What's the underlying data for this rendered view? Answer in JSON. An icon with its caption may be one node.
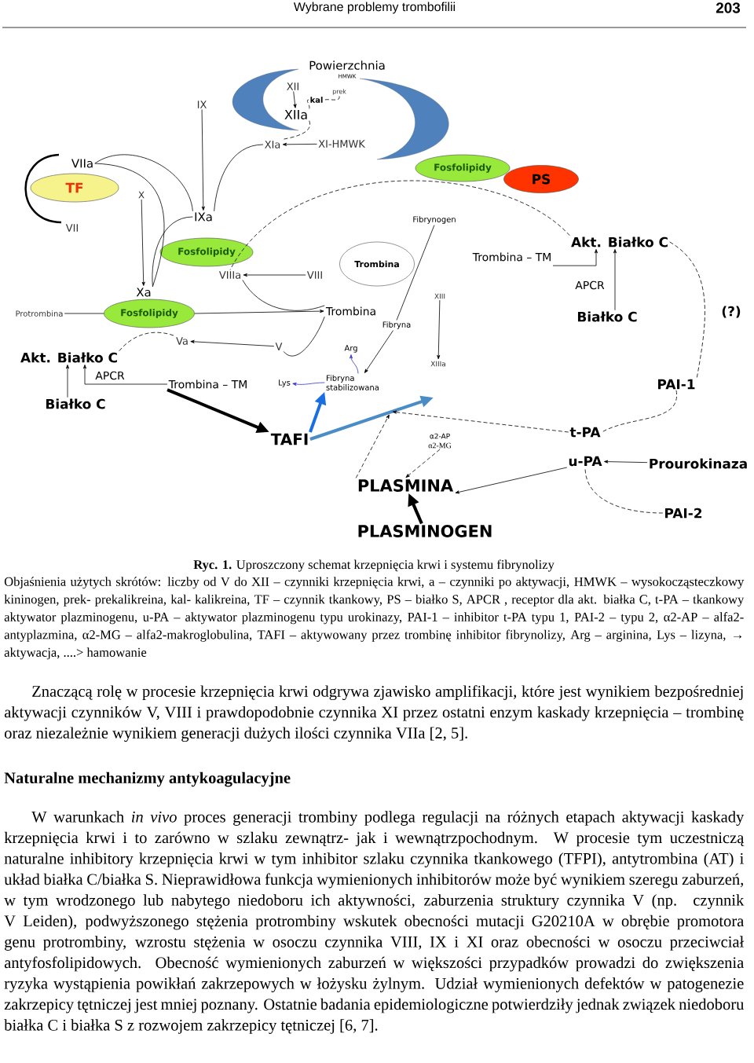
{
  "diagram": {
    "caption": "**Ryc. 1.** Uproszczony schemat krzepnięcia krwi i systemu fibrynolizy",
    "nodes": [
      {
        "text": [
          "XII"
        ]
      },
      {
        "text": [
          "kal"
        ]
      },
      {
        "text": [
          "prek"
        ]
      },
      {
        "text": [
          "XIIa"
        ]
      },
      {
        "text": [
          "XIa"
        ]
      },
      {
        "text": [
          "XI-HMWK"
        ]
      },
      {
        "text": [
          "IX"
        ]
      },
      {
        "text": [
          "IXa"
        ]
      },
      {
        "text": [
          "VIIa"
        ]
      },
      {
        "text": [
          "TF"
        ]
      },
      {
        "text": [
          "VII"
        ]
      },
      {
        "text": [
          "X"
        ]
      },
      {
        "text": [
          "Xa"
        ]
      },
      {
        "text": [
          "Fosfolipidy"
        ]
      },
      {
        "text": [
          "VIIIa"
        ]
      },
      {
        "text": [
          "VIII"
        ]
      },
      {
        "text": [
          "Fosfolipidy"
        ]
      },
      {
        "text": [
          "Protrombina"
        ]
      },
      {
        "text": [
          "Trombina"
        ]
      },
      {
        "text": [
          "Va"
        ]
      },
      {
        "text": [
          "V"
        ]
      },
      {
        "text": [
          "Akt. Białko C"
        ]
      },
      {
        "text": [
          "Trombina – TM"
        ]
      },
      {
        "text": [
          "Białko C"
        ]
      },
      {
        "text": [
          "Lys"
        ]
      },
      {
        "text": [
          "Fibryna stabilizowana"
        ]
      },
      {
        "text": [
          "Arg"
        ]
      },
      {
        "text": [
          "TAFI"
        ]
      },
      {
        "text": [
          "Fosfolipidy"
        ]
      },
      {
        "text": [
          "PS"
        ]
      },
      {
        "text": [
          "Fibrynogen"
        ]
      },
      {
        "text": [
          "Trombina"
        ]
      },
      {
        "text": [
          "Fibryna"
        ]
      },
      {
        "text": [
          "XIII"
        ]
      },
      {
        "text": [
          "XIIIa"
        ]
      },
      {
        "text": [
          "Trombina – TM"
        ]
      },
      {
        "text": [
          "Akt. Białko C"
        ]
      },
      {
        "text": [
          "Białko C"
        ]
      },
      {
        "text": [
          "PAI-1"
        ]
      },
      {
        "text": [
          "t-PA"
        ]
      },
      {
        "text": [
          "u-PA"
        ]
      },
      {
        "text": [
          "Prourokinaza"
        ]
      },
      {
        "text": [
          "PAI-2"
        ]
      },
      {
        "text": [
          "α2-AP",
          "α2-MG"
        ]
      },
      {
        "text": [
          "PLASMINA"
        ]
      },
      {
        "text": [
          "PLASMINOGEN"
        ]
      }
    ],
    "edges": [
      {
        "from": 0,
        "to": 3,
        "arrow": "to"
      },
      {
        "from": 1,
        "to": 3,
        "arrow": "none",
        "style": "dashed"
      },
      {
        "from": 2,
        "to": 1,
        "arrow": "none",
        "style": "dashed"
      },
      {
        "from": 5,
        "to": 4,
        "arrow": "to"
      },
      {
        "from": 3,
        "to": 4,
        "arrow": "none",
        "style": "dashed"
      },
      {
        "from": 6,
        "to": 7,
        "arrow": "to"
      },
      {
        "from": 8,
        "to": 7,
        "arrow": "none"
      },
      {
        "from": 4,
        "to": 7,
        "arrow": "none"
      },
      {
        "from": 11,
        "to": 12,
        "arrow": "to"
      },
      {
        "from": 8,
        "to": 12,
        "arrow": "none"
      },
      {
        "from": 7,
        "to": 12,
        "arrow": "none"
      },
      {
        "from": 15,
        "to": 14,
        "arrow": "to"
      },
      {
        "from": 18,
        "to": 14,
        "arrow": "none"
      },
      {
        "from": 17,
        "to": 16,
        "arrow": "none"
      },
      {
        "from": 16,
        "to": 18,
        "arrow": "to"
      },
      {
        "from": 20,
        "to": 19,
        "arrow": "to"
      },
      {
        "from": 18,
        "to": 20,
        "arrow": "none"
      },
      {
        "from": 21,
        "to": 19,
        "arrow": "none",
        "style": "dashed"
      },
      {
        "from": 22,
        "to": 21,
        "arrow": "to",
        "label": "APCR"
      },
      {
        "from": 23,
        "to": 21,
        "arrow": "to"
      },
      {
        "from": 22,
        "to": 27,
        "arrow": "to",
        "style": "thick"
      },
      {
        "from": 27,
        "to": 25,
        "arrow": "to",
        "style": "thick",
        "color": "#1a6fe0"
      },
      {
        "from": 27,
        "to": null,
        "arrow": "to",
        "style": "thick",
        "color": "#4a8cc6"
      },
      {
        "from": 25,
        "to": 26,
        "arrow": "to",
        "color": "#3333cc"
      },
      {
        "from": 25,
        "to": 24,
        "arrow": "to",
        "color": "#3333cc"
      },
      {
        "from": 30,
        "to": 32,
        "arrow": "none"
      },
      {
        "from": 33,
        "to": 34,
        "arrow": "to"
      },
      {
        "from": 35,
        "to": 36,
        "arrow": "to"
      },
      {
        "from": 37,
        "to": 36,
        "arrow": "to",
        "label": "APCR"
      },
      {
        "from": 36,
        "to": 14,
        "arrow": "none",
        "style": "dashed"
      },
      {
        "from": 36,
        "to": 38,
        "arrow": "none",
        "style": "dashed"
      },
      {
        "from": 38,
        "to": 39,
        "arrow": "none",
        "style": "dashed"
      },
      {
        "from": 42,
        "to": 40,
        "arrow": "none",
        "style": "dashed"
      },
      {
        "from": 41,
        "to": 40,
        "arrow": "to"
      },
      {
        "from": 40,
        "to": 44,
        "arrow": "to"
      },
      {
        "from": 45,
        "to": 44,
        "arrow": "to",
        "style": "thick"
      },
      {
        "from": 43,
        "to": 44,
        "arrow": "to",
        "style": "dashed"
      },
      {
        "from": 39,
        "to": null,
        "arrow": "to",
        "style": "dashed"
      },
      {
        "from": 44,
        "to": null,
        "arrow": "to",
        "style": "dashed"
      },
      {
        "from": 32,
        "to": 25,
        "arrow": "to"
      }
    ],
    "labels": [
      "Wybrane problemy trombofilii",
      "203",
      "Powierzchnia",
      "HMWK",
      "(?)",
      "Objaśnienia użytych skrótów: liczby od V do XII – czynniki krzepnięcia krwi, a – czynniki po aktywacji, HMWK – wysokocząsteczkowy kininogen, prek- prekalikreina, kal- kalikreina, TF – czynnik tkankowy, PS – białko S, APCR , receptor dla akt. białka C, t-PA – tkankowy aktywator plazminogenu, u-PA – aktywator plazminogenu typu urokinazy, PAI-1 – inhibitor t-PA typu 1, PAI-2 – typu 2, α2-AP – alfa2-antyplazmina, α2-MG – alfa2-makroglobulina, TAFI – aktywowany przez trombinę inhibitor fibrynolizy, Arg – arginina, Lys – lizyna, → aktywacja, ....> hamowanie",
      "Znaczącą rolę w procesie krzepnięcia krwi odgrywa zjawisko amplifikacji, które jest wynikiem bezpośredniej aktywacji czynników V, VIII i prawdopodobnie czynnika XI przez ostatni enzym kaskady krzepnięcia – trombinę oraz niezależnie wynikiem generacji dużych ilości czynnika VIIa [2, 5].",
      "Naturalne mechanizmy antykoagulacyjne",
      "W warunkach *in vivo* proces generacji trombiny podlega regulacji na różnych etapach aktywacji kaskady krzepnięcia krwi i to zarówno w szlaku zewnątrz- jak i wewnątrzpochodnym. W procesie tym uczestniczą naturalne inhibitory krzepnięcia krwi w tym inhibitor szlaku czynnika tkankowego (TFPI), antytrombina (AT) i układ białka C/białka S. Nieprawidłowa funkcja wymienionych inhibitorów może być wynikiem szeregu zaburzeń, w tym wrodzonego lub nabytego niedoboru ich aktywności, zaburzenia struktury czynnika V (np. czynnik V Leiden), podwyższonego stężenia protrombiny wskutek obecności mutacji G20210A w obrębie promotora genu protrombiny, wzrostu stężenia w osoczu czynnika VIII, IX i XI oraz obecności w osoczu przeciwciał antyfosfolipidowych. Obecność wymienionych zaburzeń w większości przypadków prowadzi do zwiększenia ryzyka wystąpienia powikłań zakrzepowych w łożysku żylnym. Udział wymienionych defektów w patogenezie zakrzepicy tętniczej jest mniej poznany. Ostatnie badania epidemiologiczne potwierdziły jednak związek niedoboru białka C i białka S z rozwojem zakrzepicy tętniczej [6, 7]."
    ]
  }
}
